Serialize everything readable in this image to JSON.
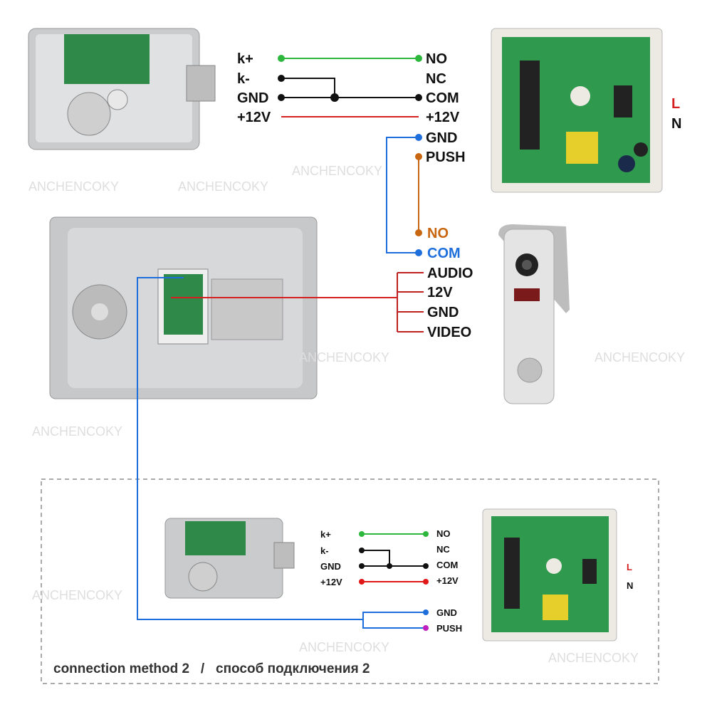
{
  "watermark": "ANCHENCOKY",
  "colors": {
    "green": "#2db83d",
    "black": "#111111",
    "red": "#d42020",
    "blue": "#1e6fdc",
    "orange": "#c8660f",
    "magenta": "#c020c0",
    "dashed_border": "#aaaaaa"
  },
  "top": {
    "lock_terminals": [
      "k+",
      "k-",
      "GND",
      "+12V"
    ],
    "power_terminals": [
      "NO",
      "NC",
      "COM",
      "+12V",
      "GND",
      "PUSH"
    ],
    "mains": {
      "l": "L",
      "n": "N"
    },
    "monitor_lock": {
      "no": "NO",
      "com": "COM"
    },
    "doorbell_terminals": [
      "AUDIO",
      "12V",
      "GND",
      "VIDEO"
    ]
  },
  "method2": {
    "lock_terminals": [
      "k+",
      "k-",
      "GND",
      "+12V"
    ],
    "power_terminals": [
      "NO",
      "NC",
      "COM",
      "+12V",
      "GND",
      "PUSH"
    ],
    "mains": {
      "l": "L",
      "n": "N"
    },
    "caption": "connection method 2   /   способ подключения 2"
  }
}
